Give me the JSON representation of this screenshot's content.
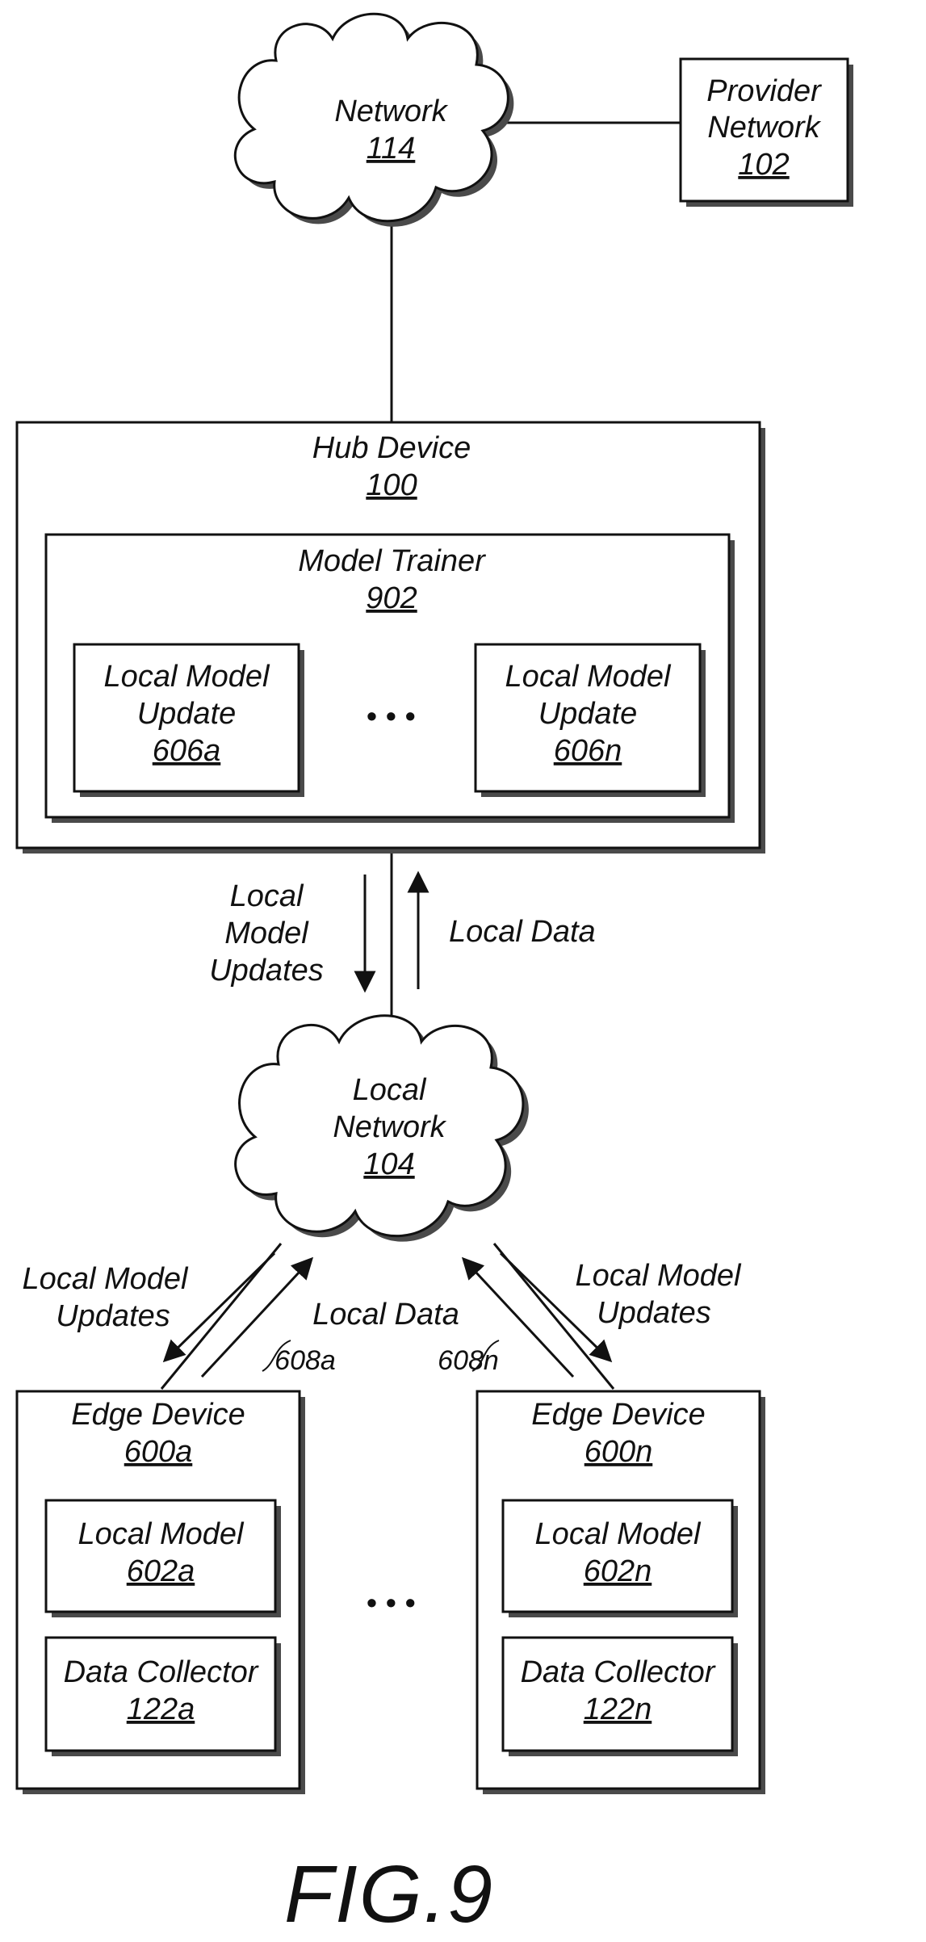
{
  "nodes": {
    "network": {
      "label": "Network",
      "ref": "114"
    },
    "provider": {
      "label_line1": "Provider",
      "label_line2": "Network",
      "ref": "102"
    },
    "hub": {
      "label": "Hub Device",
      "ref": "100"
    },
    "trainer": {
      "label": "Model Trainer",
      "ref": "902"
    },
    "update_a": {
      "line1": "Local Model",
      "line2": "Update",
      "ref": "606a"
    },
    "update_n": {
      "line1": "Local Model",
      "line2": "Update",
      "ref": "606n"
    },
    "local_network": {
      "line1": "Local",
      "line2": "Network",
      "ref": "104"
    },
    "edge_a": {
      "label": "Edge Device",
      "ref": "600a",
      "model_label": "Local Model",
      "model_ref": "602a",
      "collector_label": "Data Collector",
      "collector_ref": "122a"
    },
    "edge_n": {
      "label": "Edge Device",
      "ref": "600n",
      "model_label": "Local Model",
      "model_ref": "602n",
      "collector_label": "Data Collector",
      "collector_ref": "122n"
    }
  },
  "edges": {
    "hub_down": {
      "line1": "Local",
      "line2": "Model",
      "line3": "Updates"
    },
    "hub_up": {
      "label": "Local Data"
    },
    "left_updates": {
      "line1": "Local Model",
      "line2": "Updates"
    },
    "left_data": {
      "label": "Local Data",
      "ref": "608a"
    },
    "right_updates": {
      "line1": "Local Model",
      "line2": "Updates"
    },
    "right_ref": {
      "ref": "608n"
    }
  },
  "ellipsis": "•  •  •",
  "figure": {
    "caption": "FIG.9"
  }
}
